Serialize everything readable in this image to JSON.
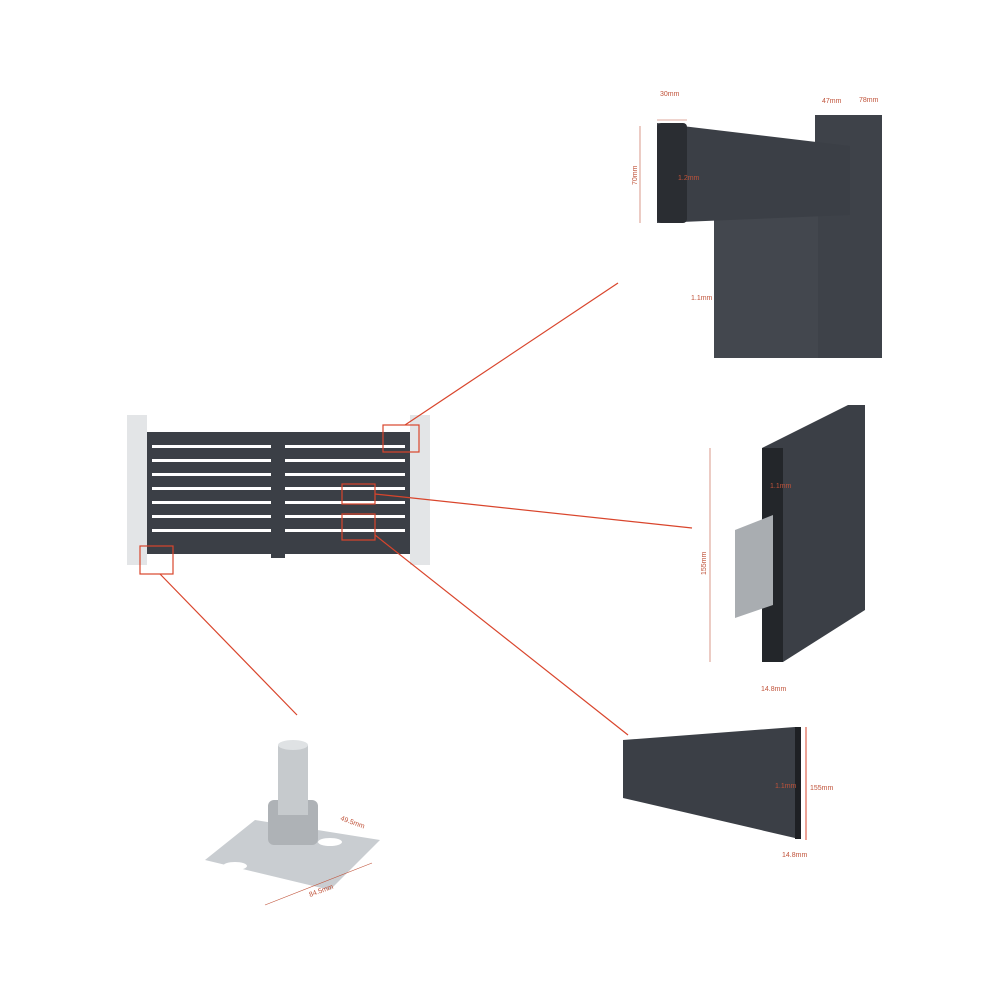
{
  "colors": {
    "profile": "#3b3f46",
    "callout": "#d9452c",
    "dim": "#c0533a",
    "steel": "#b8bcc0"
  },
  "top_detail": {
    "width": "30mm",
    "height": "70mm",
    "wall": "1.2mm",
    "slat_wall": "1.1mm",
    "post_a": "47mm",
    "post_b": "78mm"
  },
  "mid_detail": {
    "wall": "1.1mm",
    "height": "155mm",
    "depth": "14.8mm"
  },
  "slat_detail": {
    "wall": "1.1mm",
    "height": "155mm",
    "depth": "14.8mm"
  },
  "hinge_detail": {
    "width": "49.5mm",
    "length": "84.5mm"
  }
}
